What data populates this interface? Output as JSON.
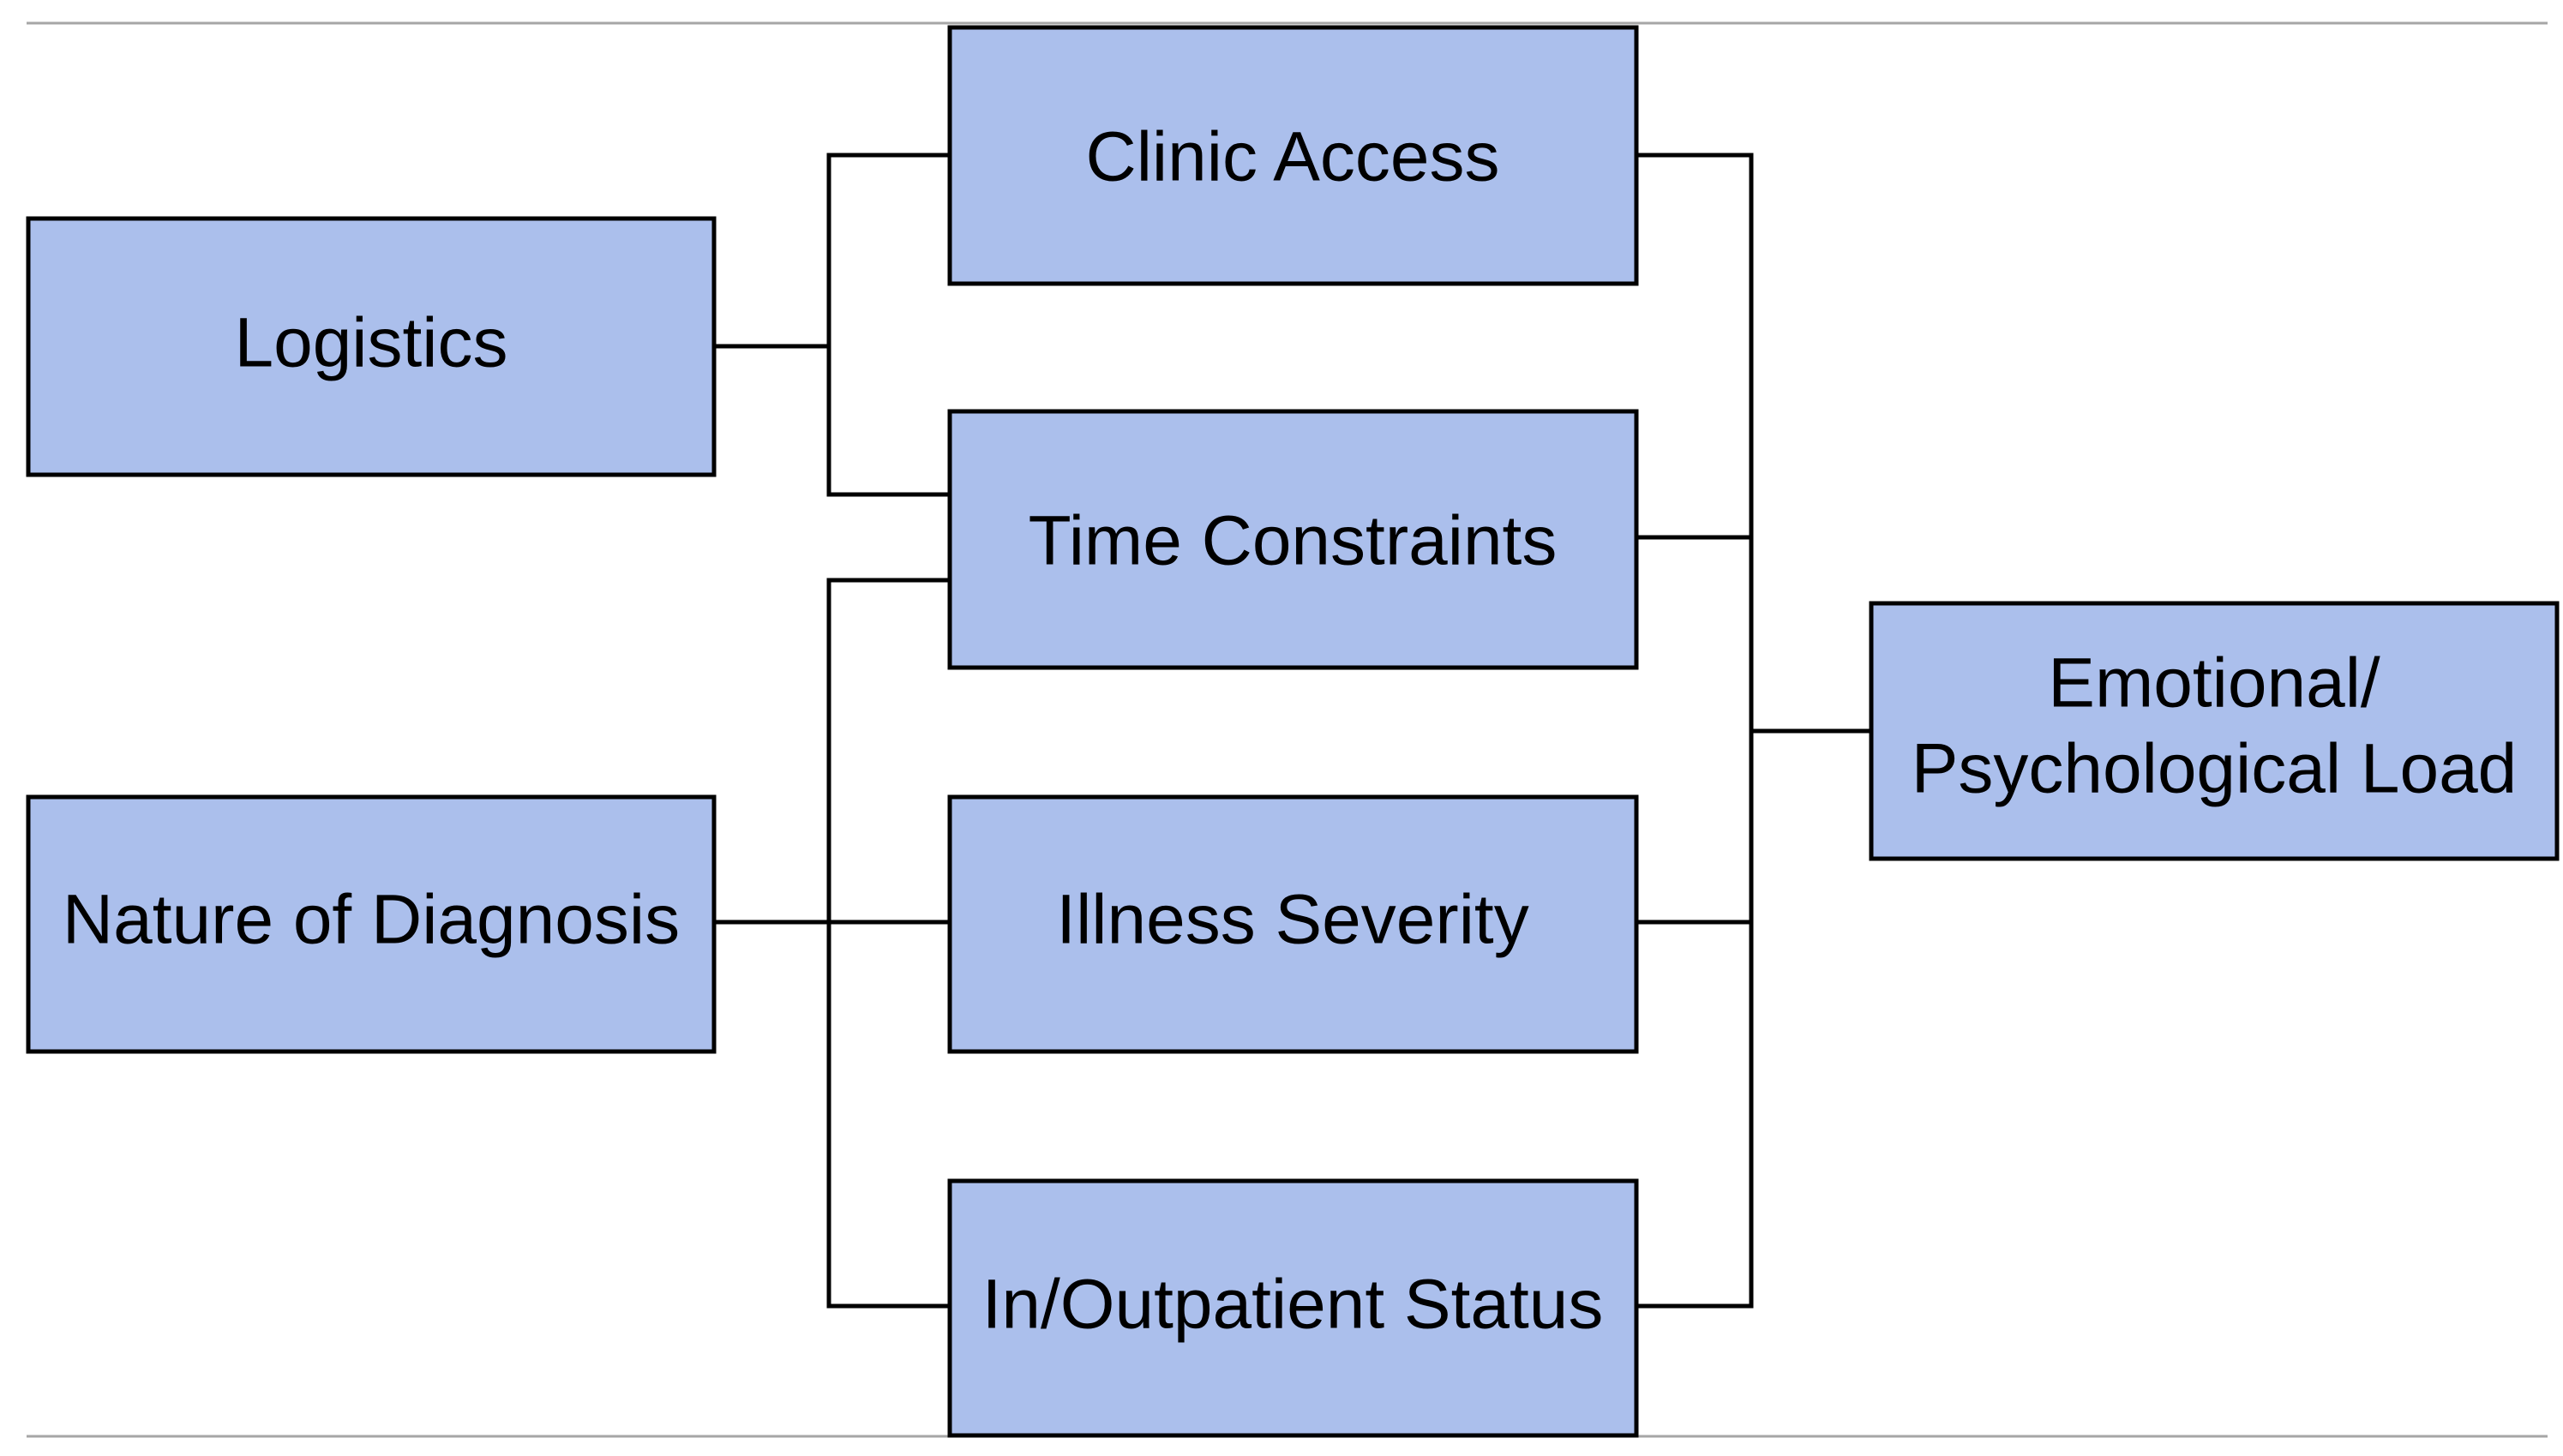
{
  "nodes": {
    "logistics": "Logistics",
    "nature_of_diagnosis": "Nature of Diagnosis",
    "clinic_access": "Clinic Access",
    "time_constraints": "Time Constraints",
    "illness_severity": "Illness Severity",
    "inoutpatient_status": "In/Outpatient Status",
    "emotional_load_line1": "Emotional/",
    "emotional_load_line2": "Psychological Load"
  },
  "edges": [
    {
      "from": "Logistics",
      "to": "Clinic Access"
    },
    {
      "from": "Logistics",
      "to": "Time Constraints"
    },
    {
      "from": "Nature of Diagnosis",
      "to": "Time Constraints"
    },
    {
      "from": "Nature of Diagnosis",
      "to": "Illness Severity"
    },
    {
      "from": "Nature of Diagnosis",
      "to": "In/Outpatient Status"
    },
    {
      "from": "Clinic Access",
      "to": "Emotional/Psychological Load"
    },
    {
      "from": "Time Constraints",
      "to": "Emotional/Psychological Load"
    },
    {
      "from": "Illness Severity",
      "to": "Emotional/Psychological Load"
    },
    {
      "from": "In/Outpatient Status",
      "to": "Emotional/Psychological Load"
    }
  ],
  "colors": {
    "box_fill": "#abbfec",
    "box_stroke": "#000000",
    "connector": "#000000",
    "rule": "#a6a6a6"
  }
}
